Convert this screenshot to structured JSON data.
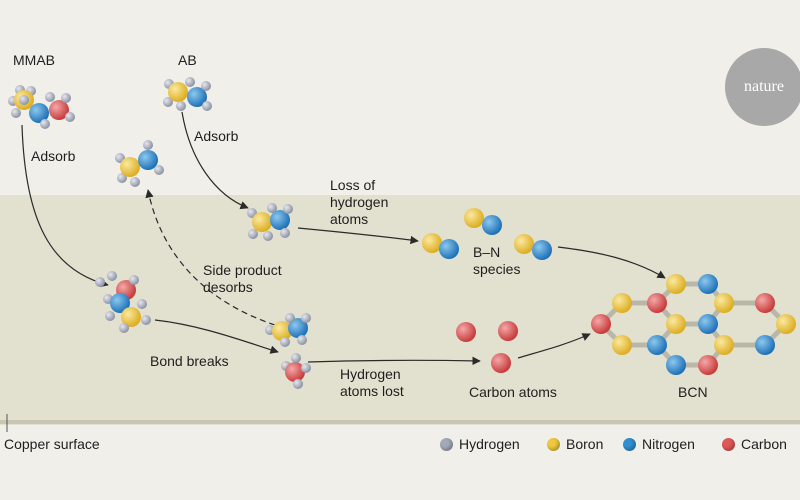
{
  "labels": {
    "mmab": "MMAB",
    "ab": "AB",
    "adsorb_left": "Adsorb",
    "adsorb_right": "Adsorb",
    "loss_h": "Loss of hydrogen atoms",
    "bn_species": "B–N species",
    "side_product": "Side product desorbs",
    "bond_breaks": "Bond breaks",
    "h_lost": "Hydrogen atoms lost",
    "carbon_atoms": "Carbon atoms",
    "bcn": "BCN",
    "copper": "Copper surface"
  },
  "logo": "nature",
  "legend": [
    {
      "label": "Hydrogen",
      "color": "#a4a9b8"
    },
    {
      "label": "Boron",
      "color": "#f0c83c"
    },
    {
      "label": "Nitrogen",
      "color": "#2f8fd0"
    },
    {
      "label": "Carbon",
      "color": "#e05858"
    }
  ],
  "colors": {
    "sky": "#f1efe9",
    "surface": "#e2e0cf",
    "hydrogen": "#a4a9b8",
    "boron": "#f0c83c",
    "nitrogen": "#2f8fd0",
    "carbon": "#e05858"
  }
}
